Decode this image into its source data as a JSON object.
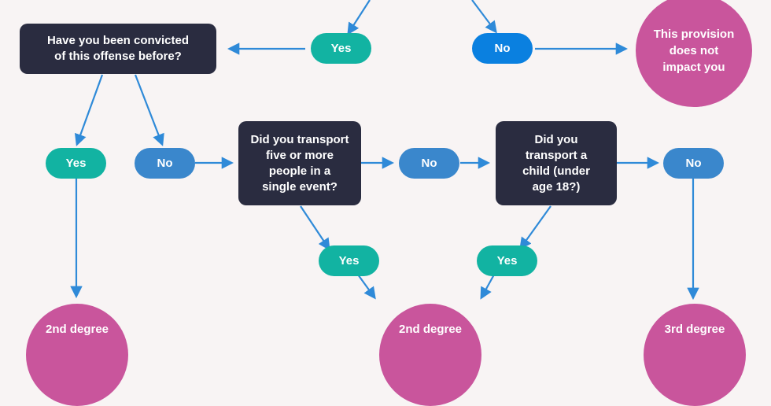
{
  "colors": {
    "background": "#f8f4f4",
    "question_box": "#2a2c40",
    "yes_pill": "#12b3a2",
    "no_pill": "#3a87cc",
    "no_pill_top": "#0a80e0",
    "outcome_circle": "#c9559c",
    "arrow": "#2f8ad8"
  },
  "questions": {
    "convicted_before": "Have you been convicted\nof this offense before?",
    "five_or_more": "Did you transport\nfive or more\npeople in a\nsingle event?",
    "child": "Did you\ntransport a\nchild (under\nage 18?)"
  },
  "answers": {
    "top_yes": "Yes",
    "top_no": "No",
    "convicted_yes": "Yes",
    "convicted_no": "No",
    "five_no": "No",
    "five_yes": "Yes",
    "child_yes": "Yes",
    "child_no": "No"
  },
  "outcomes": {
    "no_impact": "This provision\ndoes not\nimpact you",
    "second_degree_left": "2nd degree",
    "second_degree_center": "2nd degree",
    "third_degree": "3rd degree"
  }
}
